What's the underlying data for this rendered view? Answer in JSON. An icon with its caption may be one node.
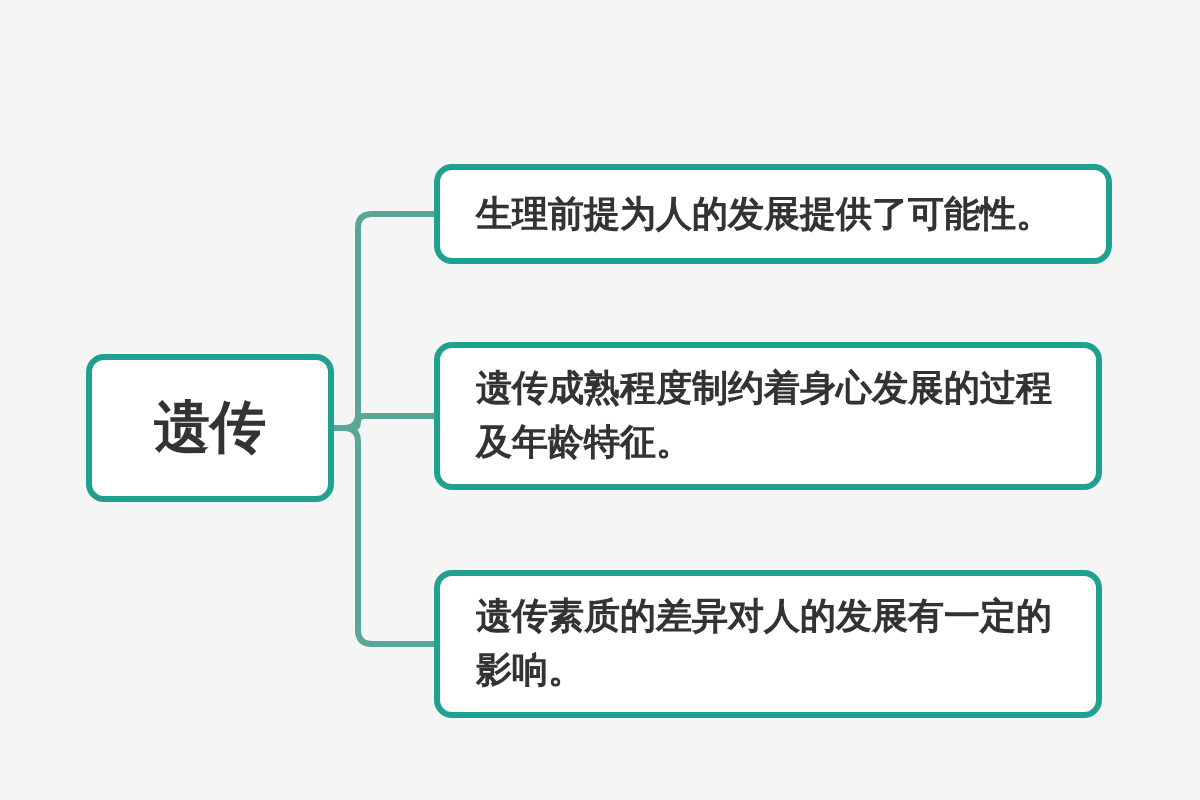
{
  "diagram": {
    "nodes": [
      {
        "text": [
          "遗传"
        ]
      },
      {
        "text": [
          "生理前提为人的发展提供了可能性。"
        ]
      },
      {
        "text": [
          "遗传成熟程度制约着身心发展的过程及年龄特征。"
        ]
      },
      {
        "text": [
          "遗传素质的差异对人的发展有一定的影响。"
        ]
      }
    ],
    "edges": [
      {
        "from": 0,
        "to": 1,
        "arrow": "none"
      },
      {
        "from": 0,
        "to": 2,
        "arrow": "none"
      },
      {
        "from": 0,
        "to": 3,
        "arrow": "none"
      }
    ]
  }
}
